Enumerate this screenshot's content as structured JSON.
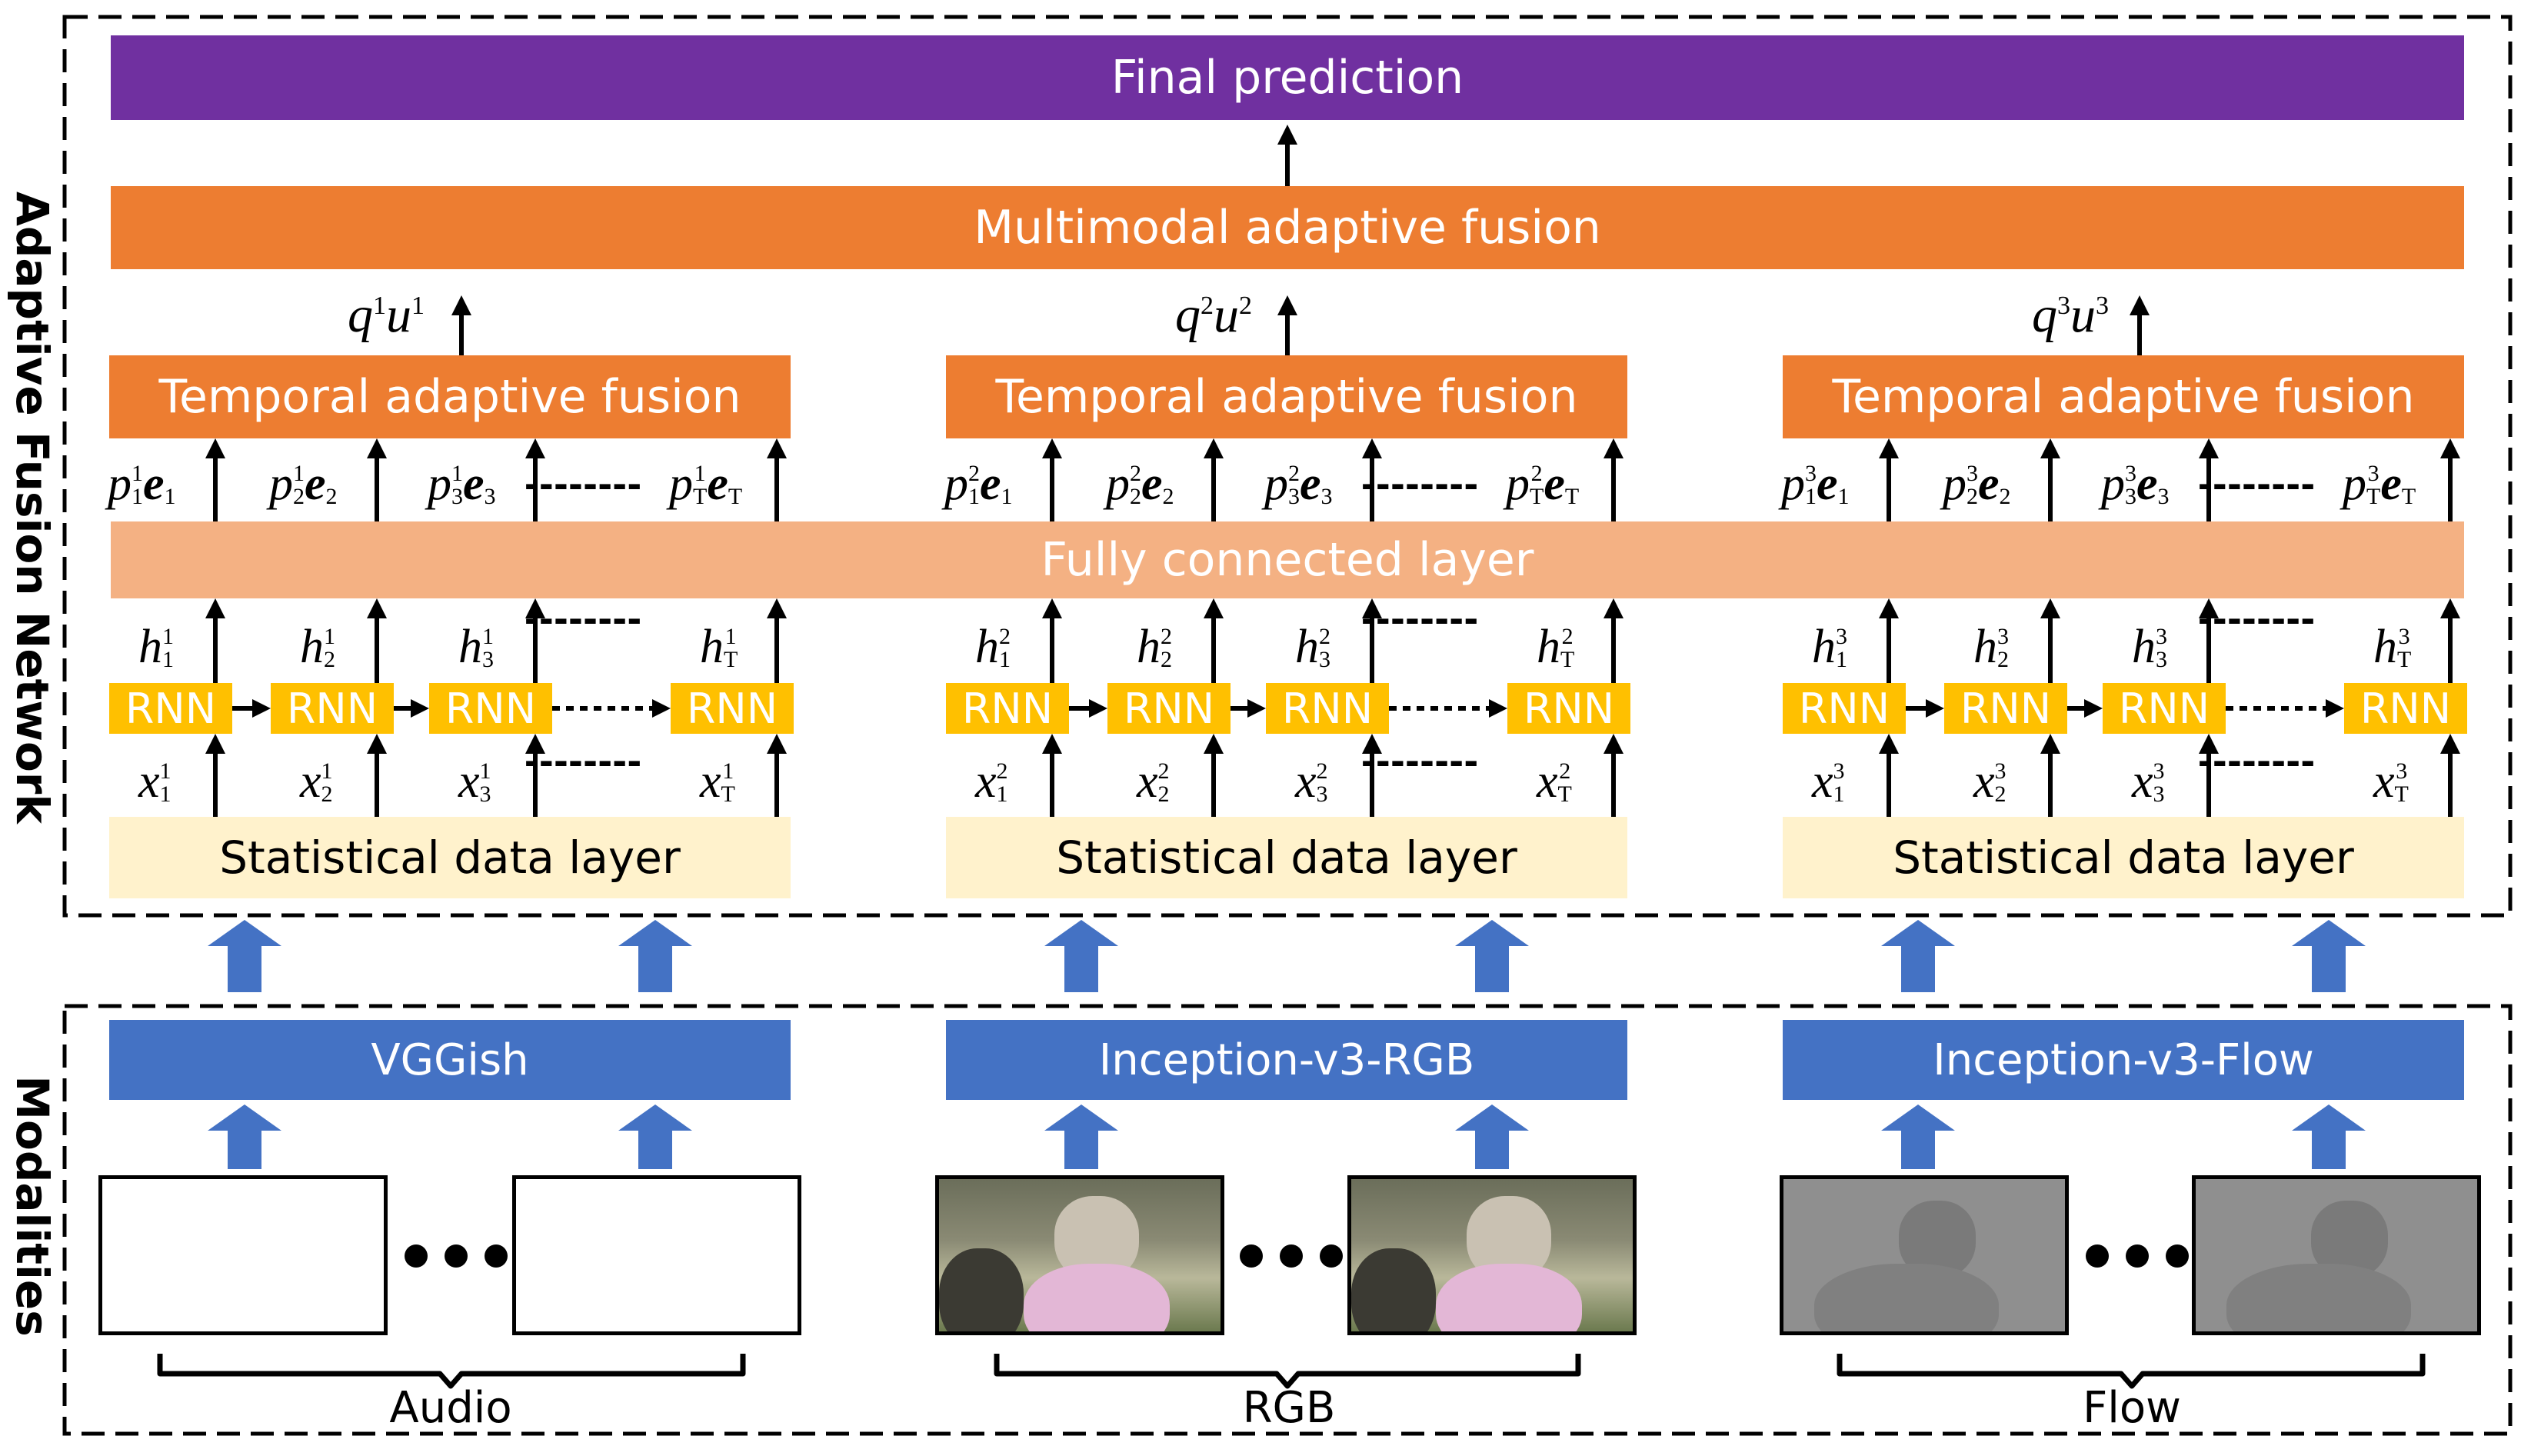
{
  "diagram": {
    "final_prediction": "Final prediction",
    "multimodal_fusion": "Multimodal adaptive fusion",
    "temporal_fusion": [
      "Temporal adaptive fusion",
      "Temporal adaptive fusion",
      "Temporal adaptive fusion"
    ],
    "fully_connected": "Fully connected layer",
    "statistical_layer": [
      "Statistical data layer",
      "Statistical data layer",
      "Statistical data layer"
    ],
    "rnn_label": "RNN",
    "extractors": [
      "VGGish",
      "Inception-v3-RGB",
      "Inception-v3-Flow"
    ],
    "modalities": [
      "Audio",
      "RGB",
      "Flow"
    ],
    "section_fusion": "Adaptive Fusion Network",
    "section_modalities": "Modalities",
    "ellipsis": "--------",
    "qu": [
      {
        "q": "q",
        "sup1": "1",
        "u": "u",
        "sup2": "1"
      },
      {
        "q": "q",
        "sup1": "2",
        "u": "u",
        "sup2": "2"
      },
      {
        "q": "q",
        "sup1": "3",
        "u": "u",
        "sup2": "3"
      }
    ],
    "indices": [
      "1",
      "2",
      "3",
      "T"
    ],
    "branches": [
      "1",
      "2",
      "3"
    ],
    "symbols": {
      "p": "p",
      "e": "e",
      "h": "h",
      "x": "x"
    }
  },
  "colors": {
    "final": "#7030A0",
    "orange": "#ED7D31",
    "fully_connected": "#F4B183",
    "statistical": "#FFF2CC",
    "extractor": "#4472C4",
    "rnn": "#FFC000",
    "big_arrow": "#4472C4"
  },
  "icons": [
    "arrow-up-icon",
    "arrow-right-icon",
    "block-arrow-up-icon",
    "ellipsis-dots-icon",
    "waveform-icon",
    "video-frame-icon",
    "flow-frame-icon"
  ]
}
